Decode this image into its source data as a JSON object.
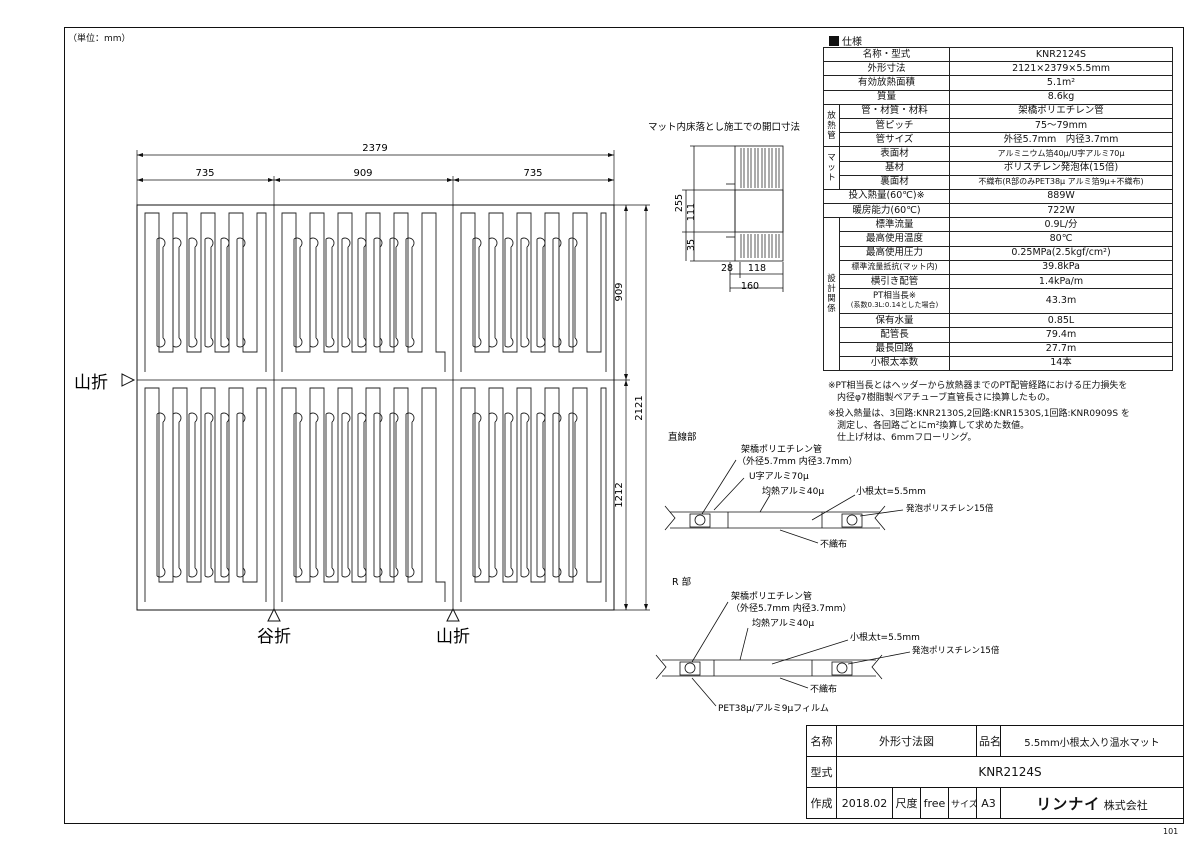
{
  "sheet": {
    "unit_note": "（単位：mm）",
    "page_number": "101"
  },
  "plan": {
    "dim_total_width": "2379",
    "dim_left": "735",
    "dim_center": "909",
    "dim_right": "735",
    "dim_upper": "909",
    "dim_lower": "1212",
    "dim_total_height": "2121",
    "fold_left": "山折",
    "fold_valley": "谷折",
    "fold_mountain": "山折"
  },
  "opening": {
    "title": "マット内床落とし施工での開口寸法",
    "dim_255": "255",
    "dim_111": "111",
    "dim_35": "35",
    "dim_28": "28",
    "dim_118": "118",
    "dim_160": "160"
  },
  "section_straight": {
    "title": "直線部",
    "label_pipe": "架橋ポリエチレン管",
    "label_pipe_size": "（外径5.7mm 内径3.7mm）",
    "label_u_al": "U字アルミ70μ",
    "label_al": "均熱アルミ40μ",
    "label_joist": "小根太t=5.5mm",
    "label_foam": "発泡ポリスチレン15倍",
    "label_nonwoven": "不織布"
  },
  "section_r": {
    "title": "R 部",
    "label_pipe": "架橋ポリエチレン管",
    "label_pipe_size": "（外径5.7mm 内径3.7mm）",
    "label_al": "均熱アルミ40μ",
    "label_joist": "小根太t=5.5mm",
    "label_foam": "発泡ポリスチレン15倍",
    "label_nonwoven": "不織布",
    "label_pet": "PET38μ/アルミ9μフィルム"
  },
  "spec": {
    "heading": "仕様",
    "group_mat": "放熱管",
    "group_mat2": "マット",
    "group_design": "設計関係",
    "rows": {
      "model_k": "名称・型式",
      "model_v": "KNR2124S",
      "size_k": "外形寸法",
      "size_v": "2121×2379×5.5mm",
      "area_k": "有効放熱面積",
      "area_v": "5.1m²",
      "mass_k": "質量",
      "mass_v": "8.6kg",
      "pipe_k": "管・材質・材料",
      "pipe_v": "架橋ポリエチレン管",
      "pitch_k": "管ピッチ",
      "pitch_v": "75〜79mm",
      "psize_k": "管サイズ",
      "psize_v": "外径5.7mm　内径3.7mm",
      "surface_k": "表面材",
      "surface_v": "アルミニウム箔40μ/U字アルミ70μ",
      "base_k": "基材",
      "base_v": "ポリスチレン発泡体(15倍)",
      "back_k": "裏面材",
      "back_v": "不織布(R部のみPET38μ アルミ箔9μ+不織布)",
      "input_k": "投入熱量(60℃)※",
      "input_v": "889W",
      "heat_k": "暖房能力(60℃)",
      "heat_v": "722W",
      "flow_k": "標準流量",
      "flow_v": "0.9L/分",
      "maxtemp_k": "最高使用温度",
      "maxtemp_v": "80℃",
      "maxpress_k": "最高使用圧力",
      "maxpress_v": "0.25MPa(2.5kgf/cm²)",
      "resist_k": "標準流量抵抗(マット内)",
      "resist_v": "39.8kPa",
      "lead_k": "横引き配管",
      "lead_v": "1.4kPa/m",
      "pt_k1": "PT相当長※",
      "pt_k2": "(系数0.3L:0.14とした場合)",
      "pt_v": "43.3m",
      "water_k": "保有水量",
      "water_v": "0.85L",
      "len_k": "配管長",
      "len_v": "79.4m",
      "maxloop_k": "最長回路",
      "maxloop_v": "27.7m",
      "joist_k": "小根太本数",
      "joist_v": "14本"
    },
    "note1a": "※PT相当長とはヘッダーから放熱器までのPT配管経路における圧力損失を",
    "note1b": "　内径φ7樹脂製ペアチューブ直管長さに換算したもの。",
    "note2a": "※投入熱量は、3回路:KNR2130S,2回路:KNR1530S,1回路:KNR0909S を",
    "note2b": "　測定し、各回路ごとにm²換算して求めた数値。",
    "note2c": "　仕上げ材は、6mmフローリング。"
  },
  "title_block": {
    "name_label": "名称",
    "name_value": "外形寸法図",
    "product_label": "品名",
    "product_value": "5.5mm小根太入り温水マット",
    "model_label": "型式",
    "model_value": "KNR2124S",
    "date_label": "作成",
    "date_value": "2018.02",
    "scale_label": "尺度",
    "scale_value": "free",
    "size_label": "サイズ",
    "size_value": "A3",
    "company_logo": "リンナイ",
    "company_suffix": "株式会社"
  }
}
